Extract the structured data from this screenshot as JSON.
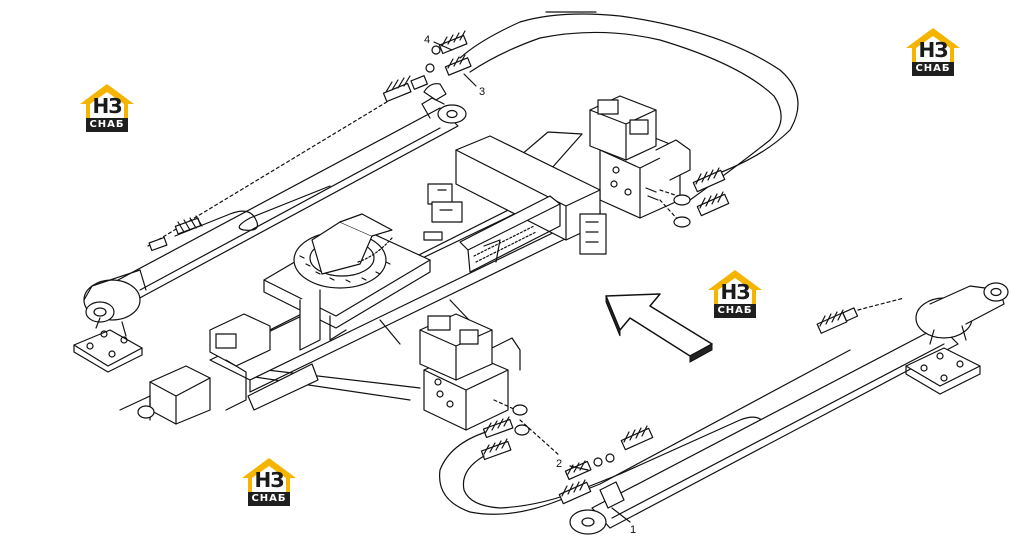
{
  "callouts": {
    "c1": "1",
    "c2": "2",
    "c3": "3",
    "c4": "4"
  },
  "logos": {
    "top_text": "НЗ",
    "bottom_text": "СНАБ",
    "colors": {
      "roof": "#f4b400",
      "body": "#1f1f1f",
      "text_dark": "#1a1a1a"
    }
  },
  "icons": [
    "watermark-logo-icon",
    "direction-arrow-icon"
  ],
  "colors": {
    "line": "#111111",
    "background": "#ffffff",
    "fill_gray": "#d9d9d9"
  }
}
